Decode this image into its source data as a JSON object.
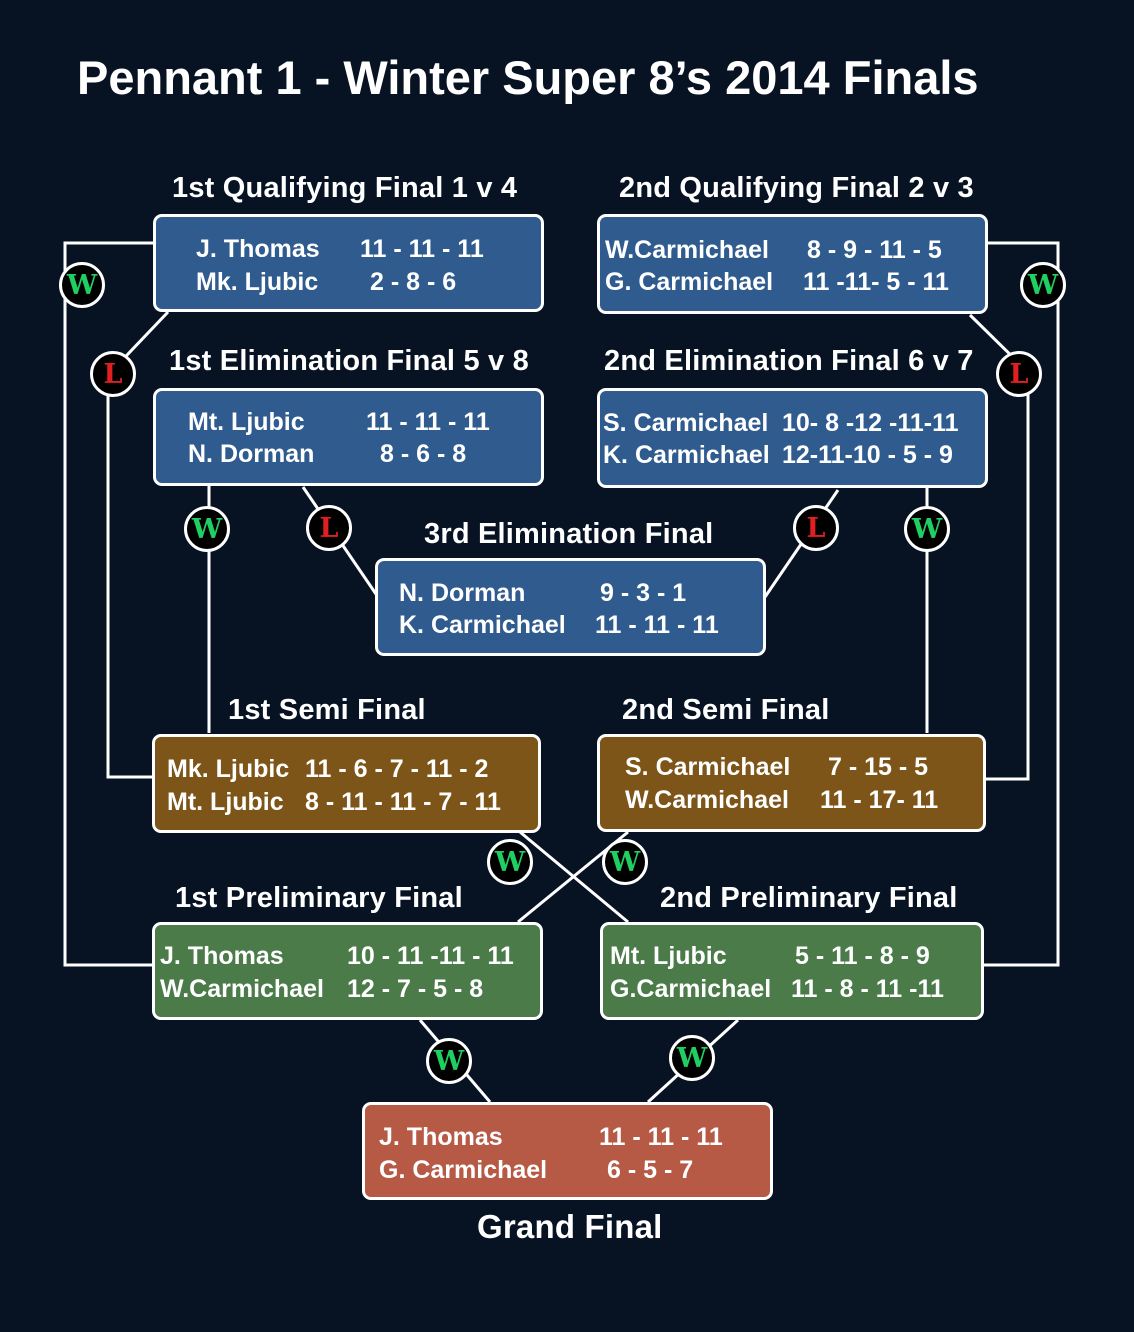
{
  "title": "Pennant 1 - Winter Super 8’s 2014 Finals",
  "colors": {
    "background": "#071323",
    "qualifying_box": "#2f5b8f",
    "semi_box": "#7e5519",
    "preliminary_box": "#4a7b49",
    "grand_box": "#b65a46",
    "win_badge": "#1fcf62",
    "loss_badge": "#e02020"
  },
  "badges": {
    "win": "W",
    "loss": "L"
  },
  "matches": {
    "qf1": {
      "label": "1st Qualifying Final 1 v 4",
      "p1": {
        "name": "J. Thomas",
        "scores": "11 - 11 - 11"
      },
      "p2": {
        "name": "Mk. Ljubic",
        "scores": "2  -  8  -  6"
      }
    },
    "qf2": {
      "label": "2nd Qualifying Final 2 v 3",
      "p1": {
        "name": "W.Carmichael",
        "scores": "8 -  9 - 11 - 5"
      },
      "p2": {
        "name": "G. Carmichael",
        "scores": "11 -11-  5 - 11"
      }
    },
    "ef1": {
      "label": "1st Elimination Final 5 v 8",
      "p1": {
        "name": "Mt. Ljubic",
        "scores": "11 - 11 - 11"
      },
      "p2": {
        "name": "N. Dorman",
        "scores": "8  -  6  -  8"
      }
    },
    "ef2": {
      "label": "2nd Elimination Final 6 v 7",
      "p1": {
        "name": "S. Carmichael",
        "scores": "10- 8 -12 -11-11"
      },
      "p2": {
        "name": "K. Carmichael",
        "scores": "12-11-10 - 5 - 9"
      }
    },
    "ef3": {
      "label": "3rd Elimination Final",
      "p1": {
        "name": "N. Dorman",
        "scores": "9   - 3  -  1"
      },
      "p2": {
        "name": "K. Carmichael",
        "scores": "11   - 11 - 11"
      }
    },
    "sf1": {
      "label": "1st Semi Final",
      "p1": {
        "name": "Mk. Ljubic",
        "scores": "11 - 6 -  7 - 11 - 2"
      },
      "p2": {
        "name": "Mt. Ljubic",
        "scores": "8 - 11 - 11 - 7 - 11"
      }
    },
    "sf2": {
      "label": "2nd Semi Final",
      "p1": {
        "name": "S. Carmichael",
        "scores": "7 -  15 -  5"
      },
      "p2": {
        "name": "W.Carmichael",
        "scores": "11 - 17-  11"
      }
    },
    "pf1": {
      "label": "1st Preliminary Final",
      "p1": {
        "name": "J.  Thomas",
        "scores": "10 - 11 -11 - 11"
      },
      "p2": {
        "name": "W.Carmichael",
        "scores": "12 -  7  - 5  -  8"
      }
    },
    "pf2": {
      "label": "2nd Preliminary Final",
      "p1": {
        "name": "Mt. Ljubic",
        "scores": "5  - 11 - 8  - 9"
      },
      "p2": {
        "name": "G.Carmichael",
        "scores": "11 - 8  - 11 -11"
      }
    },
    "gf": {
      "label": "Grand Final",
      "p1": {
        "name": "J.  Thomas",
        "scores": "11 - 11 - 11"
      },
      "p2": {
        "name": "G. Carmichael",
        "scores": "6  -  5  -  7"
      }
    }
  }
}
